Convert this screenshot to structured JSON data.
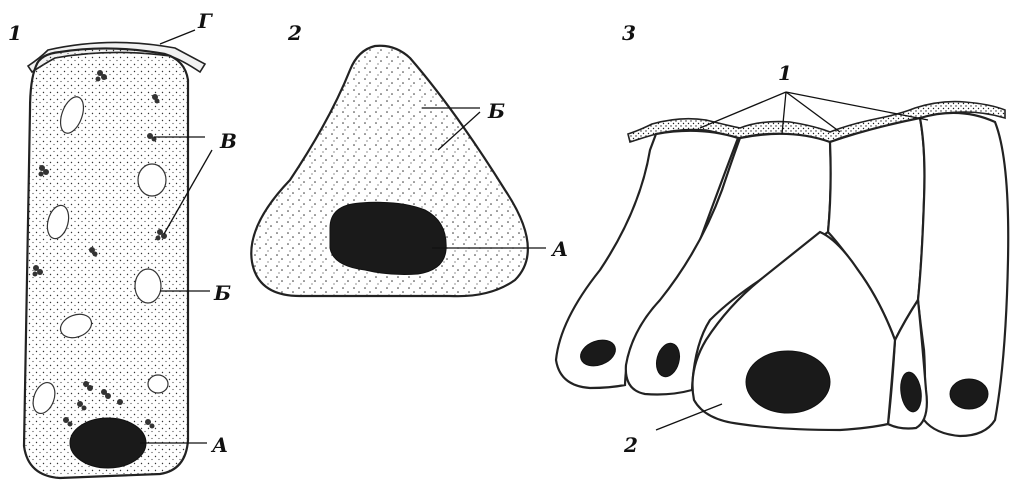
{
  "panels": [
    {
      "number": "1",
      "labels": {
        "nucleus": "А",
        "vacuole": "Б",
        "granule": "В",
        "cuticle": "Г"
      }
    },
    {
      "number": "2",
      "labels": {
        "nucleus": "А",
        "cytoplasm": "Б"
      }
    },
    {
      "number": "3",
      "labels": {
        "cuticle_cells": "1",
        "basal_cell": "2"
      }
    }
  ]
}
